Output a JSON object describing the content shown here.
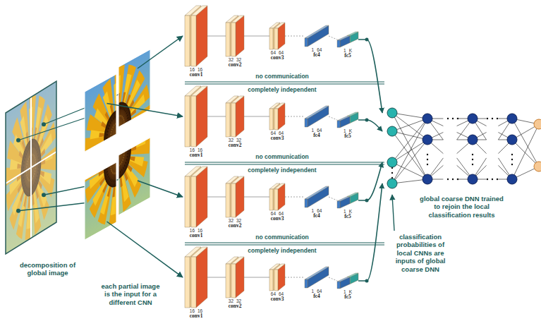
{
  "diagram": {
    "nodes": [
      {
        "text": [
          "16",
          "16",
          "conv1"
        ]
      },
      {
        "text": [
          "32",
          "32",
          "conv2"
        ]
      },
      {
        "text": [
          "64",
          "64",
          "conv3"
        ]
      },
      {
        "text": [
          "1",
          "64",
          "fc4"
        ]
      },
      {
        "text": [
          "1",
          "K",
          "fc5"
        ]
      },
      {
        "text": [
          "16",
          "16",
          "conv1"
        ]
      },
      {
        "text": [
          "32",
          "32",
          "conv2"
        ]
      },
      {
        "text": [
          "64",
          "64",
          "conv3"
        ]
      },
      {
        "text": [
          "1",
          "64",
          "fc4"
        ]
      },
      {
        "text": [
          "1",
          "K",
          "fc5"
        ]
      },
      {
        "text": [
          "16",
          "16",
          "conv1"
        ]
      },
      {
        "text": [
          "32",
          "32",
          "conv2"
        ]
      },
      {
        "text": [
          "64",
          "64",
          "conv3"
        ]
      },
      {
        "text": [
          "1",
          "64",
          "fc4"
        ]
      },
      {
        "text": [
          "1",
          "K",
          "fc5"
        ]
      },
      {
        "text": [
          "16",
          "16",
          "conv1"
        ]
      },
      {
        "text": [
          "32",
          "32",
          "conv2"
        ]
      },
      {
        "text": [
          "64",
          "64",
          "conv3"
        ]
      },
      {
        "text": [
          "1",
          "64",
          "fc4"
        ]
      },
      {
        "text": [
          "1",
          "K",
          "fc5"
        ]
      },
      {
        "text": [
          "global coarse DNN trained to rejoin the local classification results"
        ]
      }
    ],
    "edges": [
      {
        "from": 0,
        "to": 1,
        "arrow": "none"
      },
      {
        "from": 1,
        "to": 2,
        "arrow": "none"
      },
      {
        "from": 2,
        "to": 3,
        "arrow": "none"
      },
      {
        "from": 3,
        "to": 4,
        "arrow": "none"
      },
      {
        "from": 4,
        "to": 20,
        "arrow": "to"
      },
      {
        "from": 5,
        "to": 6,
        "arrow": "none"
      },
      {
        "from": 6,
        "to": 7,
        "arrow": "none"
      },
      {
        "from": 7,
        "to": 8,
        "arrow": "none"
      },
      {
        "from": 8,
        "to": 9,
        "arrow": "none"
      },
      {
        "from": 9,
        "to": 20,
        "arrow": "to"
      },
      {
        "from": 10,
        "to": 11,
        "arrow": "none"
      },
      {
        "from": 11,
        "to": 12,
        "arrow": "none"
      },
      {
        "from": 12,
        "to": 13,
        "arrow": "none"
      },
      {
        "from": 13,
        "to": 14,
        "arrow": "none"
      },
      {
        "from": 14,
        "to": 20,
        "arrow": "to"
      },
      {
        "from": 15,
        "to": 16,
        "arrow": "none"
      },
      {
        "from": 16,
        "to": 17,
        "arrow": "none"
      },
      {
        "from": 17,
        "to": 18,
        "arrow": "none"
      },
      {
        "from": 18,
        "to": 19,
        "arrow": "none"
      },
      {
        "from": 19,
        "to": 20,
        "arrow": "to"
      }
    ],
    "labels": [
      "decomposition of global image",
      "each partial image is the input for a different CNN",
      "no communication",
      "completely independent",
      "no communication",
      "completely independent",
      "no communication",
      "completely independent",
      "classification probabilities of local CNNs are inputs of global coarse DNN"
    ]
  }
}
